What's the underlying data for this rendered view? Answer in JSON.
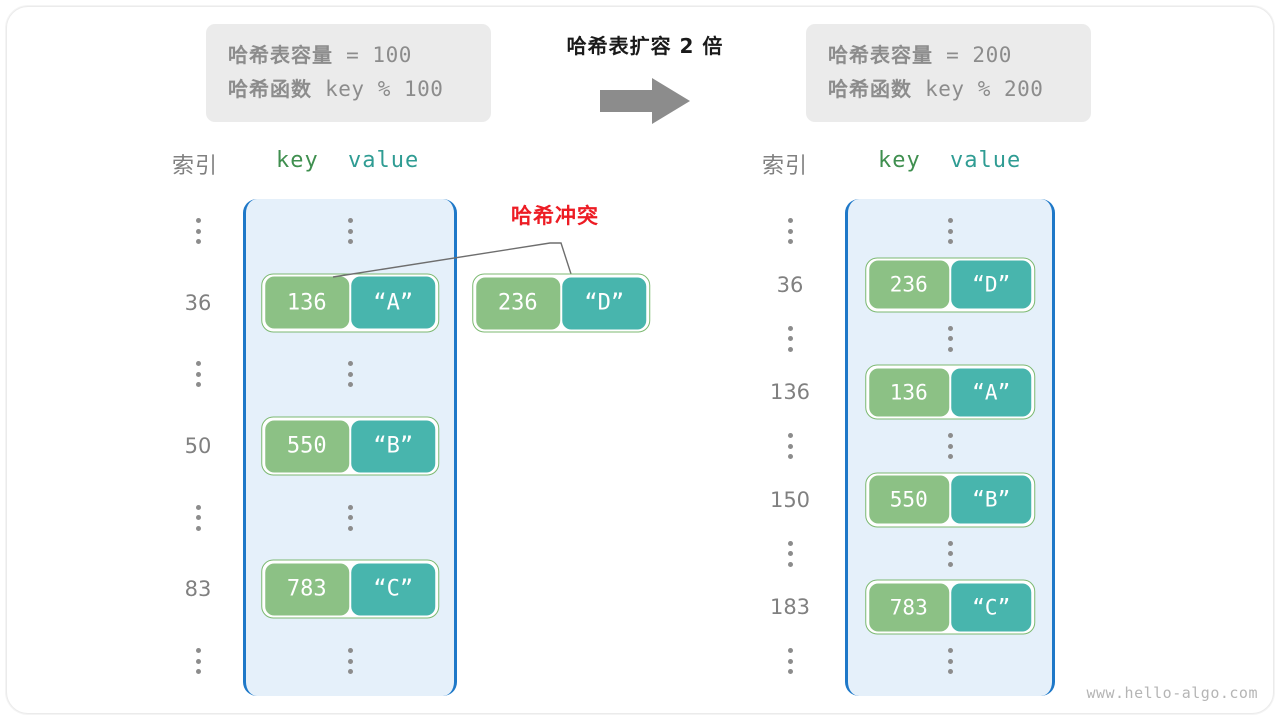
{
  "title_transition": "哈希表扩容 2 倍",
  "colors": {
    "key_box": "#8cc185",
    "value_box": "#48b5ad",
    "array_fill": "#e5f0fa",
    "array_border": "#1e78c8",
    "collision_red": "#ed1c24",
    "info_box_bg": "#ebebeb",
    "muted_gray": "#8c8c8c"
  },
  "info_left": {
    "line1_label": "哈希表容量",
    "line1_expr": " = 100",
    "line2_label": "哈希函数",
    "line2_expr": " key % 100"
  },
  "info_right": {
    "line1_label": "哈希表容量",
    "line1_expr": " = 200",
    "line2_label": "哈希函数",
    "line2_expr": " key % 200"
  },
  "left_table": {
    "header_index": "索引",
    "header_key": "key",
    "header_value": "value",
    "rows": [
      {
        "index": "⋮",
        "type": "dots"
      },
      {
        "index": "36",
        "type": "pair",
        "key": "136",
        "value": "“A”"
      },
      {
        "index": "⋮",
        "type": "dots"
      },
      {
        "index": "50",
        "type": "pair",
        "key": "550",
        "value": "“B”"
      },
      {
        "index": "⋮",
        "type": "dots"
      },
      {
        "index": "83",
        "type": "pair",
        "key": "783",
        "value": "“C”"
      },
      {
        "index": "⋮",
        "type": "dots"
      }
    ]
  },
  "right_table": {
    "header_index": "索引",
    "header_key": "key",
    "header_value": "value",
    "rows": [
      {
        "index": "⋮",
        "type": "dots"
      },
      {
        "index": "36",
        "type": "pair",
        "key": "236",
        "value": "“D”"
      },
      {
        "index": "⋮",
        "type": "dots"
      },
      {
        "index": "136",
        "type": "pair",
        "key": "136",
        "value": "“A”"
      },
      {
        "index": "⋮",
        "type": "dots"
      },
      {
        "index": "150",
        "type": "pair",
        "key": "550",
        "value": "“B”"
      },
      {
        "index": "⋮",
        "type": "dots"
      },
      {
        "index": "183",
        "type": "pair",
        "key": "783",
        "value": "“C”"
      },
      {
        "index": "⋮",
        "type": "dots"
      }
    ]
  },
  "collision": {
    "label": "哈希冲突",
    "floating_pair": {
      "key": "236",
      "value": "“D”"
    }
  },
  "watermark": "www.hello-algo.com"
}
